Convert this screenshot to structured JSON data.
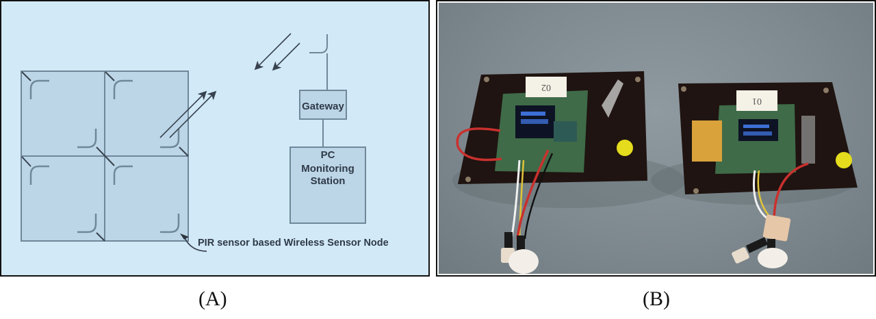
{
  "panel_a": {
    "gateway_label": "Gateway",
    "pc_label_line1": "PC",
    "pc_label_line2": "Monitoring",
    "pc_label_line3": "Station",
    "sensor_node_label": "PIR sensor based Wireless Sensor Node",
    "caption": "(A)",
    "colors": {
      "background": "#d2e9f7",
      "cell_fill": "#bcd6e8",
      "line": "#6f8799",
      "text": "#2f3a48"
    }
  },
  "panel_b": {
    "node_1_tag": "02",
    "node_2_tag": "01",
    "caption": "(B)"
  }
}
